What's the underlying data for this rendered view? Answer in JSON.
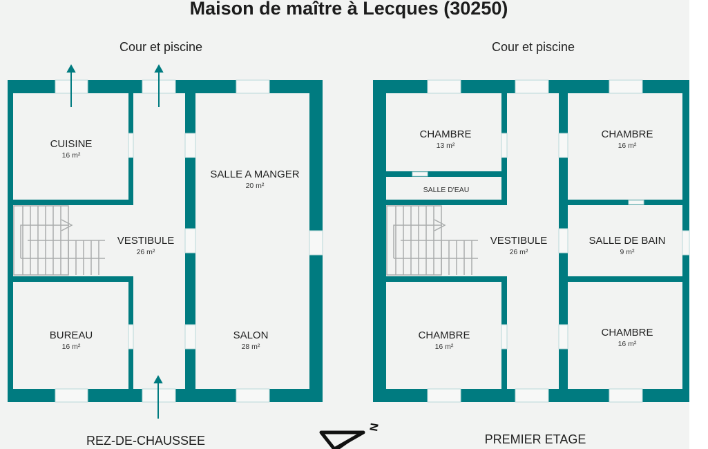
{
  "title": "Maison de maître à Lecques (30250)",
  "colors": {
    "wall": "#007b80",
    "background": "#f2f3f2"
  },
  "ground_floor": {
    "caption": "REZ-DE-CHAUSSEE",
    "garden_label": "Cour et piscine",
    "rooms": [
      {
        "name": "CUISINE",
        "area": "16 m²"
      },
      {
        "name": "VESTIBULE",
        "area": "26 m²"
      },
      {
        "name": "BUREAU",
        "area": "16 m²"
      },
      {
        "name": "SALLE A MANGER",
        "area": "20 m²"
      },
      {
        "name": "SALON",
        "area": "28 m²"
      }
    ]
  },
  "first_floor": {
    "caption": "PREMIER ETAGE",
    "garden_label": "Cour et piscine",
    "rooms": [
      {
        "name": "CHAMBRE",
        "area": "13 m²"
      },
      {
        "name": "SALLE D'EAU"
      },
      {
        "name": "VESTIBULE",
        "area": "26 m²"
      },
      {
        "name": "CHAMBRE",
        "area": "16 m²"
      },
      {
        "name": "CHAMBRE",
        "area": "16 m²"
      },
      {
        "name": "SALLE DE BAIN",
        "area": "9 m²"
      },
      {
        "name": "CHAMBRE",
        "area": "16 m²"
      }
    ]
  },
  "compass": {
    "label": "N"
  }
}
